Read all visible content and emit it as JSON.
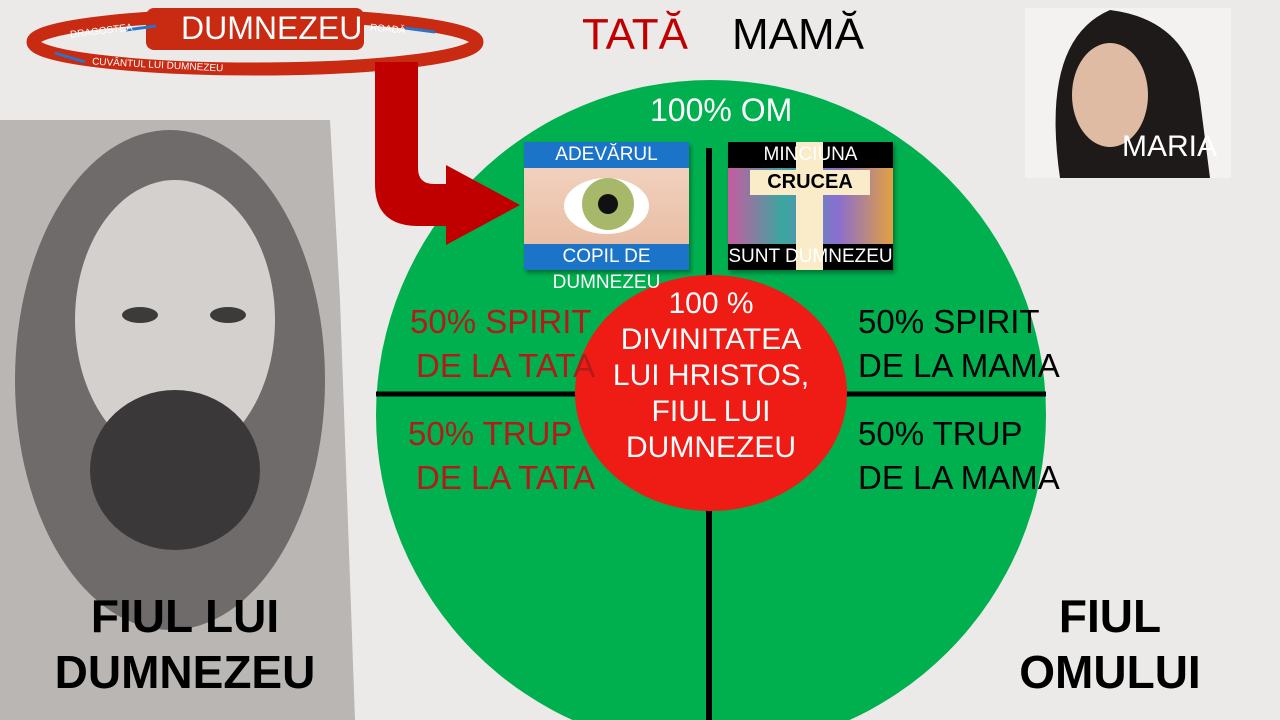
{
  "halo": {
    "title": "DUMNEZEU",
    "left_label": "DRAGOSTEA",
    "right_label": "ROADĂ",
    "bottom_label": "CUVÂNTUL LUI DUMNEZEU"
  },
  "header": {
    "father": "TATĂ",
    "mother": "MAMĂ"
  },
  "circle": {
    "top_label": "100% OM",
    "center_lines": [
      "100 %",
      "DIVINITATEA",
      "LUI HRISTOS,",
      "FIUL LUI",
      "DUMNEZEU"
    ],
    "left_top": [
      "50% SPIRIT",
      "DE LA TATA"
    ],
    "left_bottom": [
      "50% TRUP",
      "DE LA TATA"
    ],
    "right_top": [
      "50% SPIRIT",
      "DE LA MAMA"
    ],
    "right_bottom": [
      "50% TRUP",
      "DE LA MAMA"
    ]
  },
  "panels": {
    "truth": {
      "top": "ADEVĂRUL",
      "bottom": "COPIL DE DUMNEZEU"
    },
    "lie": {
      "top": "MINCIUNA",
      "bottom": "SUNT DUMNEZEU",
      "cross_label": "CRUCEA"
    }
  },
  "maria_label": "MARIA",
  "left_caption": [
    "FIUL LUI",
    "DUMNEZEU"
  ],
  "right_caption": [
    "FIUL",
    "OMULUI"
  ],
  "colors": {
    "red": "#c0290f",
    "green": "#00b04f",
    "blue": "#1b74c8",
    "dark_red": "#b31b1b"
  }
}
